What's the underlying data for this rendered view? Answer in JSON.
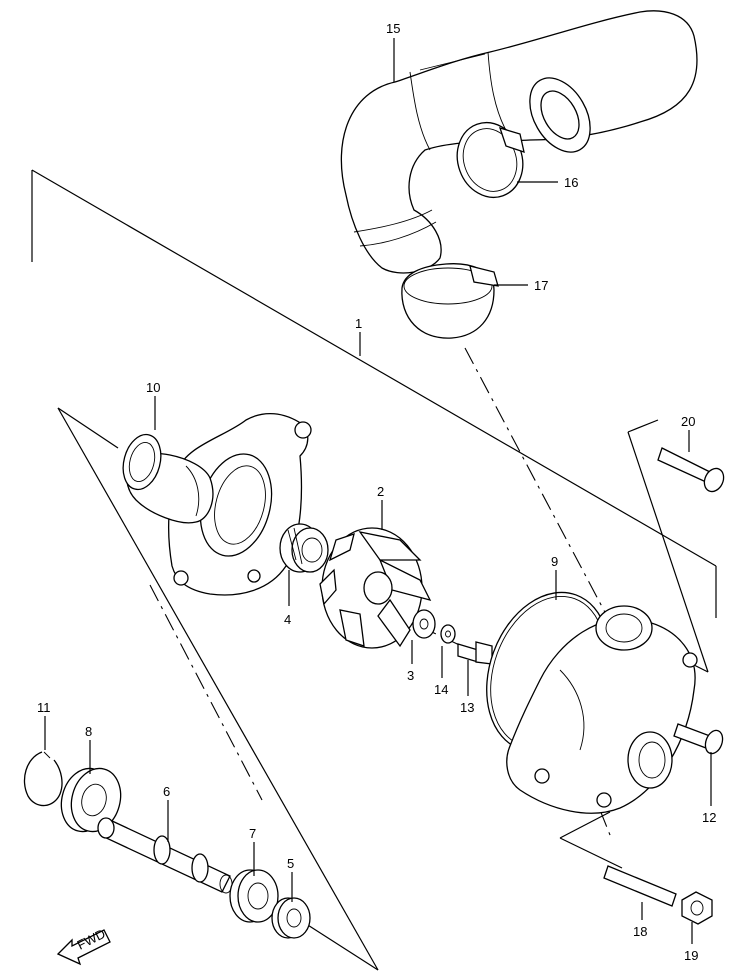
{
  "callouts": {
    "c1": "1",
    "c2": "2",
    "c3": "3",
    "c4": "4",
    "c5": "5",
    "c6": "6",
    "c7": "7",
    "c8": "8",
    "c9": "9",
    "c10": "10",
    "c11": "11",
    "c12": "12",
    "c13": "13",
    "c14": "14",
    "c15": "15",
    "c16": "16",
    "c17": "17",
    "c18": "18",
    "c19": "19",
    "c20": "20"
  },
  "fwd_label": "FWD"
}
